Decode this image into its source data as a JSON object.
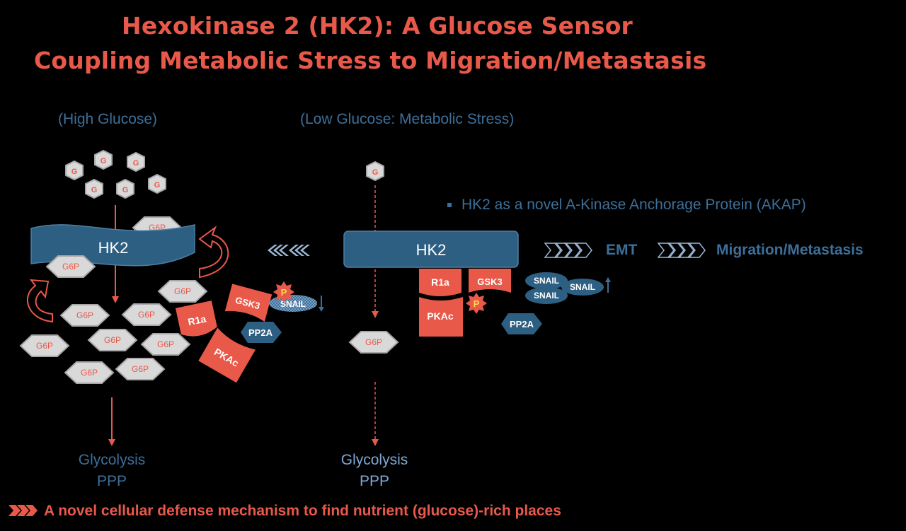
{
  "title": {
    "line1": "Hexokinase 2 (HK2): A Glucose Sensor",
    "line2": "Coupling Metabolic Stress to Migration/Metastasis"
  },
  "conditions": {
    "high": "(High Glucose)",
    "low": "(Low Glucose: Metabolic Stress)"
  },
  "bullet": "HK2 as a novel A-Kinase Anchorage Protein (AKAP)",
  "pathway": {
    "emt": "EMT",
    "migration": "Migration/Metastasis"
  },
  "molecules": {
    "hk2": "HK2",
    "glucose": "G",
    "g6p": "G6P",
    "r1a": "R1a",
    "gsk3": "GSK3",
    "pkac": "PKAc",
    "pp2a": "PP2A",
    "snail": "SNAIL",
    "phospho": "P"
  },
  "outcome": {
    "line1": "Glycolysis",
    "line2": "PPP"
  },
  "footer": "A novel cellular defense mechanism to find nutrient (glucose)-rich places",
  "colors": {
    "title_red": "#e8594a",
    "text_blue": "#3d6f99",
    "hk2_fill": "#2d5f82",
    "node_red": "#e8594a",
    "g6p_fill": "#d9d9d9"
  },
  "icons": [
    "arrow-chevron-icon",
    "curved-arrow-icon",
    "phospho-star-icon"
  ]
}
